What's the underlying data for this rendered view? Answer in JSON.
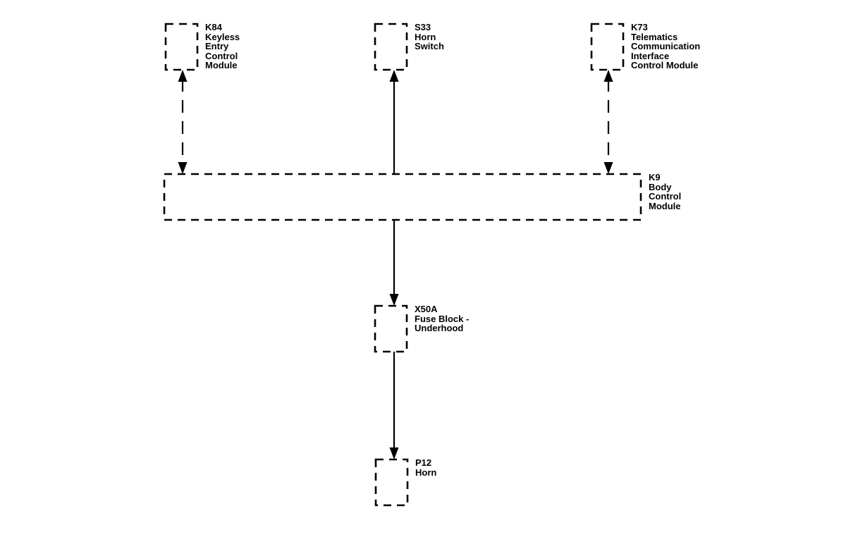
{
  "components": {
    "k84": {
      "id": "K84",
      "lines": [
        "Keyless",
        "Entry",
        "Control",
        "Module"
      ]
    },
    "s33": {
      "id": "S33",
      "lines": [
        "Horn",
        "Switch"
      ]
    },
    "k73": {
      "id": "K73",
      "lines": [
        "Telematics",
        "Communication",
        "Interface",
        "Control Module"
      ]
    },
    "k9": {
      "id": "K9",
      "lines": [
        "Body",
        "Control",
        "Module"
      ]
    },
    "x50a": {
      "id": "X50A",
      "lines": [
        "Fuse Block -",
        "Underhood"
      ]
    },
    "p12": {
      "id": "P12",
      "lines": [
        "Horn"
      ]
    }
  },
  "connections": [
    {
      "from": "K84",
      "to": "K9",
      "style": "dashed",
      "direction": "bidirectional"
    },
    {
      "from": "K9",
      "to": "S33",
      "style": "solid",
      "direction": "to S33"
    },
    {
      "from": "K73",
      "to": "K9",
      "style": "dashed",
      "direction": "bidirectional"
    },
    {
      "from": "K9",
      "to": "X50A",
      "style": "solid",
      "direction": "to X50A"
    },
    {
      "from": "X50A",
      "to": "P12",
      "style": "solid",
      "direction": "to P12"
    }
  ],
  "colors": {
    "line": "#000000",
    "background": "#ffffff"
  }
}
